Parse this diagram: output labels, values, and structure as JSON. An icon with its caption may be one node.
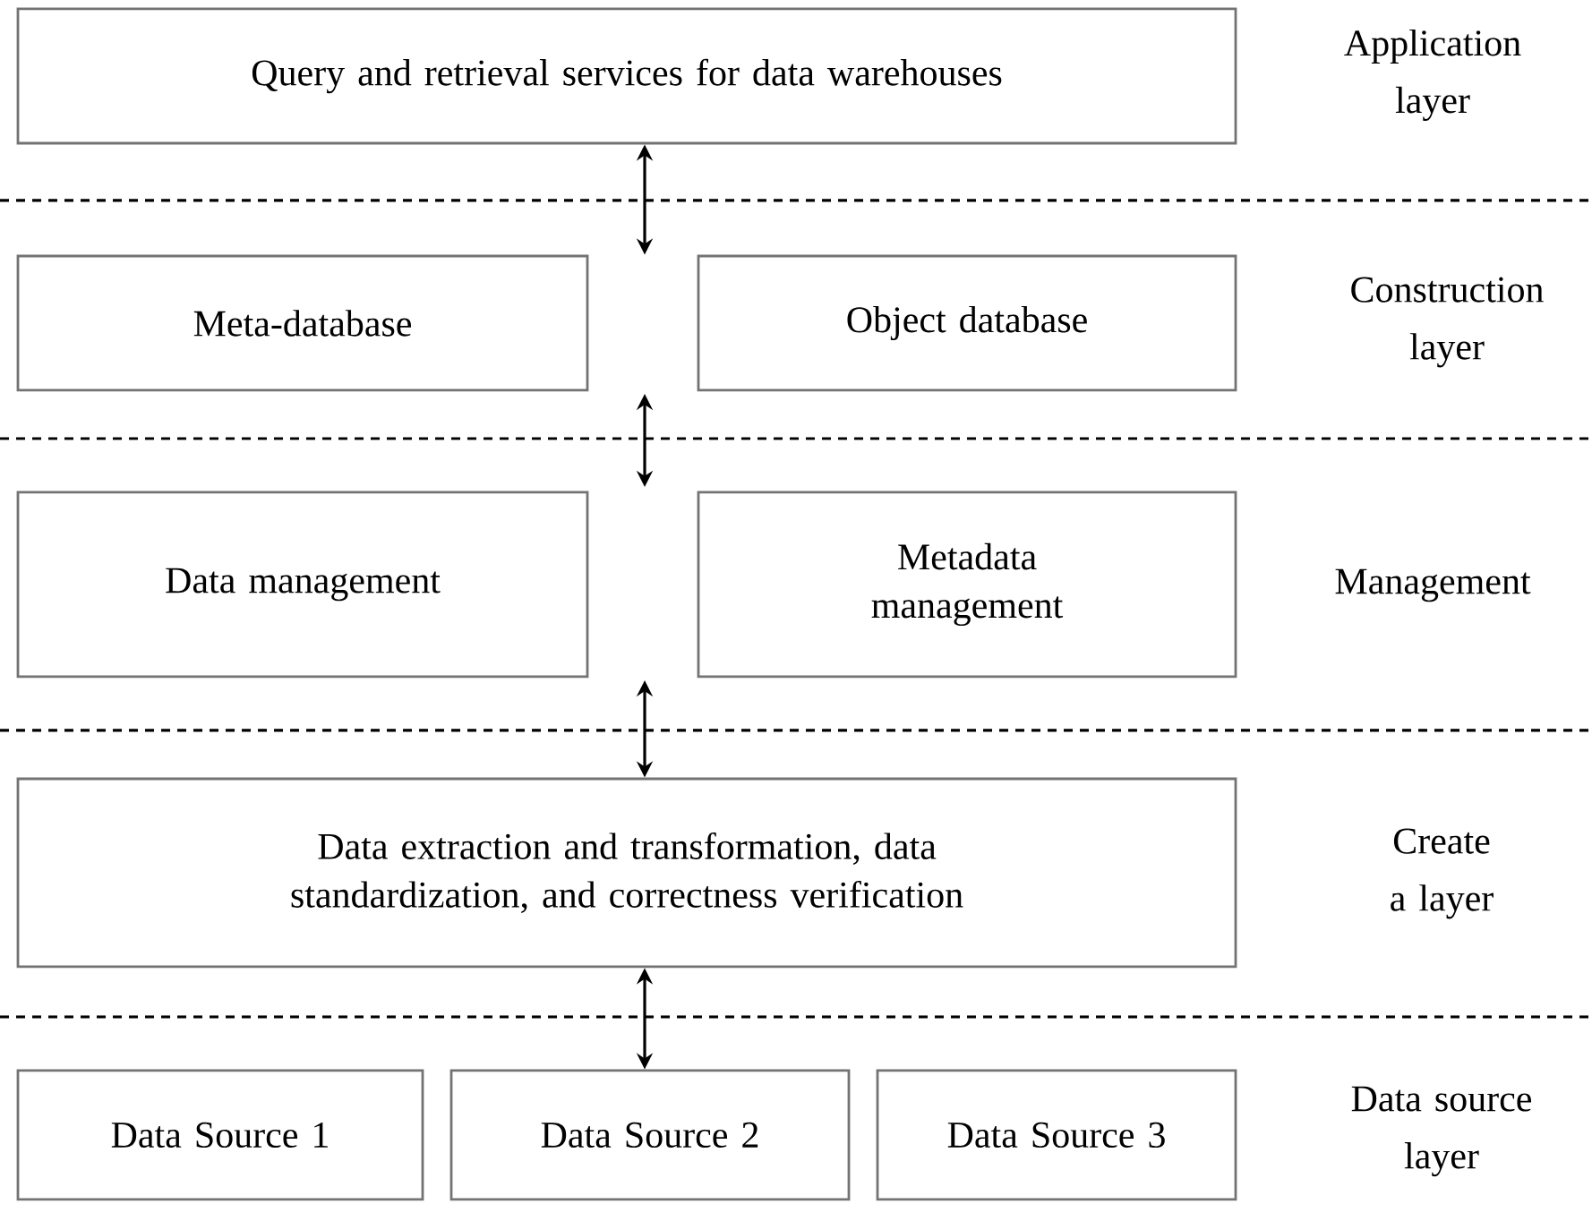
{
  "diagram": {
    "nodes": [
      {
        "text": [
          "Query and retrieval services for data warehouses"
        ]
      },
      {
        "text": [
          "Meta-database"
        ]
      },
      {
        "text": [
          "Object database"
        ]
      },
      {
        "text": [
          "Data management"
        ]
      },
      {
        "text": [
          "Metadata management"
        ]
      },
      {
        "text": [
          "Data extraction and transformation, data standardization, and correctness verification"
        ]
      },
      {
        "text": [
          "Data Source 1"
        ]
      },
      {
        "text": [
          "Data Source 2"
        ]
      },
      {
        "text": [
          "Data Source 3"
        ]
      }
    ],
    "edges": [
      {
        "from": 0,
        "to": 1,
        "arrow": "both"
      },
      {
        "from": null,
        "to": 5,
        "arrow": "both"
      },
      {
        "from": 5,
        "to": 7,
        "arrow": "both"
      }
    ],
    "labels": [
      "Application layer",
      "Construction layer",
      "Management",
      "Create a layer",
      "Data source layer"
    ]
  }
}
